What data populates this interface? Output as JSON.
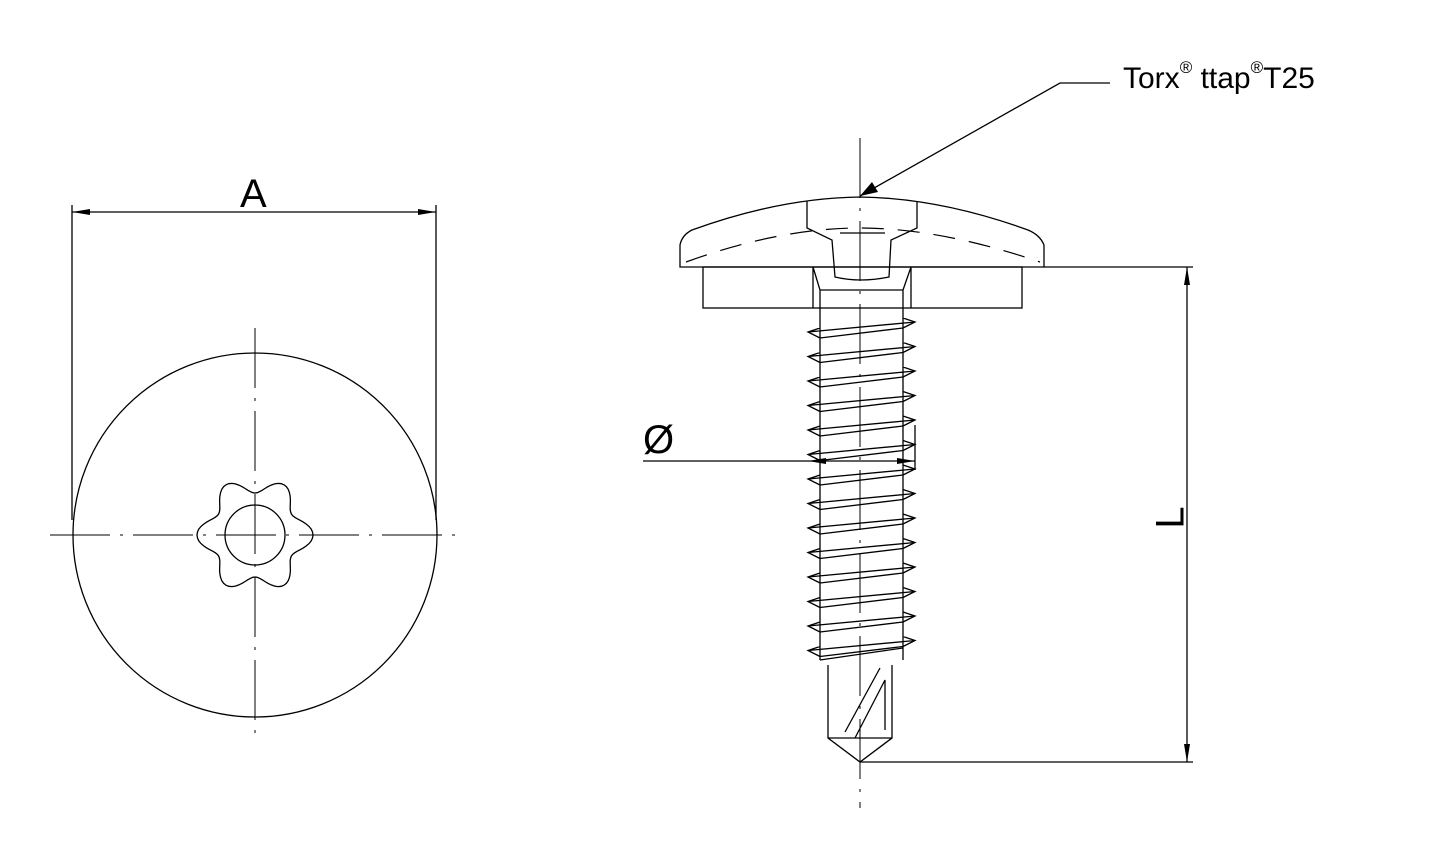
{
  "dimensions": {
    "head_diameter": "A",
    "thread_diameter": "Ø",
    "length": "L"
  },
  "callout": {
    "brand": "Torx",
    "reg1": "®",
    "type": "ttap",
    "reg2": "®",
    "size": "T25"
  }
}
